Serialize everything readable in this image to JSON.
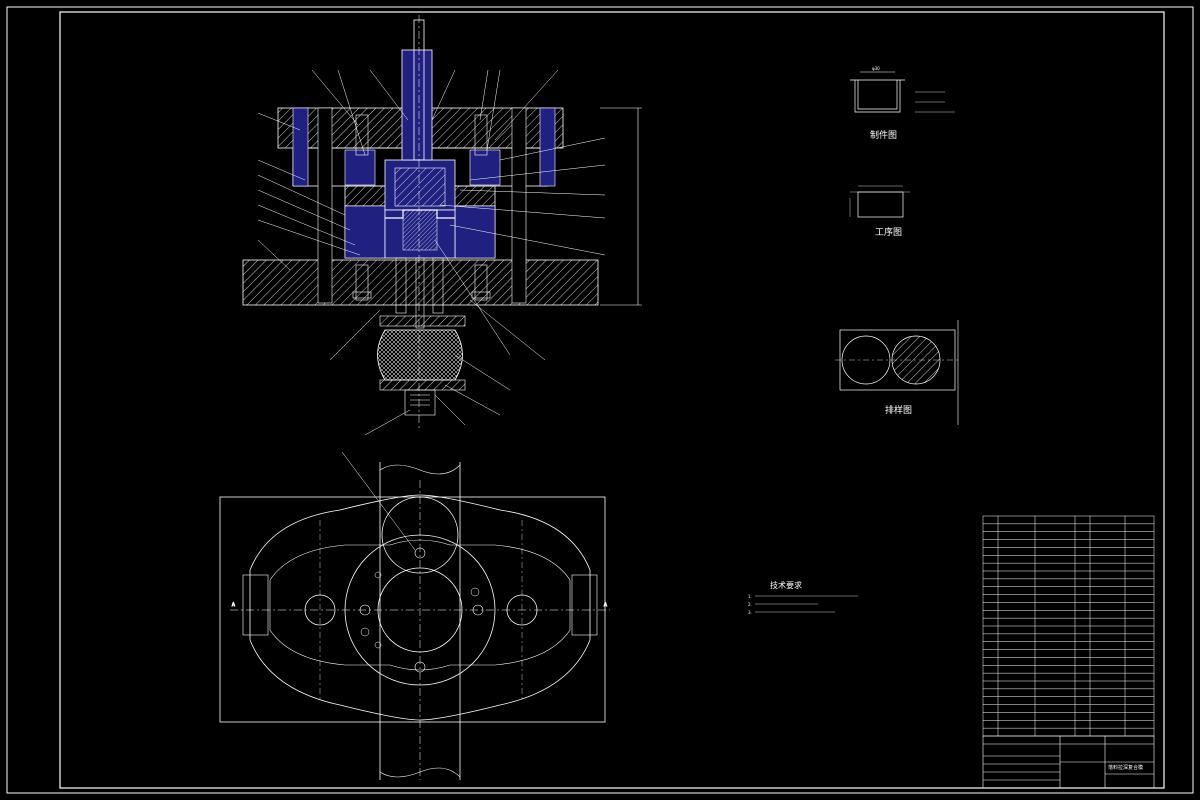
{
  "drawing": {
    "tech_title": "技术要求",
    "tech_notes": [
      "1.",
      "2.",
      "3."
    ],
    "part_view_label": "制件图",
    "blank_view_label": "工序图",
    "layout_view_label": "排样图",
    "title_block_name": "落料拉深复合模"
  },
  "colors": {
    "background": "#000000",
    "lines": "#ffffff",
    "section_fill": "#202080"
  }
}
